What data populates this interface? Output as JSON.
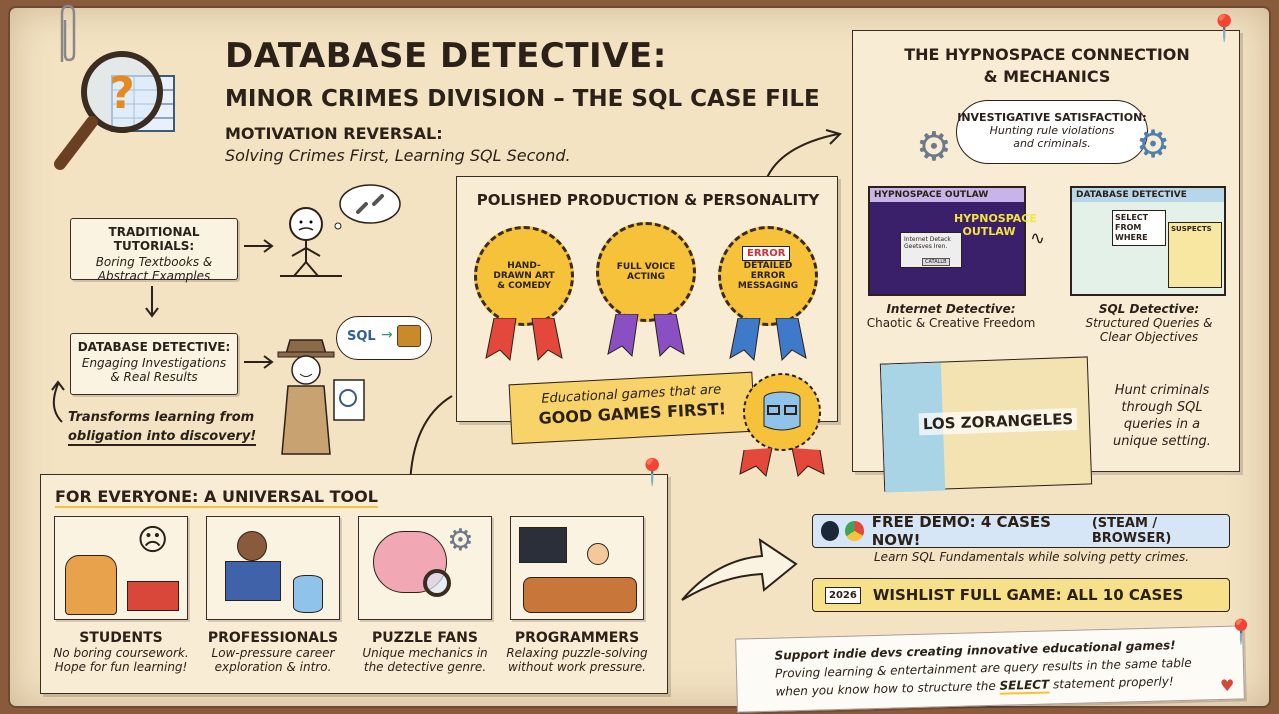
{
  "header": {
    "title": "DATABASE DETECTIVE:",
    "subtitle": "MINOR CRIMES DIVISION – THE SQL CASE FILE",
    "motivation_title": "MOTIVATION REVERSAL:",
    "motivation_text": "Solving Crimes First, Learning SQL Second."
  },
  "comparison": {
    "traditional_title": "TRADITIONAL TUTORIALS:",
    "traditional_text": "Boring Textbooks & Abstract Examples",
    "dd_title": "DATABASE DETECTIVE:",
    "dd_text": "Engaging Investigations & Real Results",
    "bubble_sql": "SQL",
    "transform_text_1": "Transforms learning from",
    "transform_text_2": "obligation into discovery!"
  },
  "production": {
    "title": "POLISHED PRODUCTION & PERSONALITY",
    "badges": [
      {
        "label": "HAND-DRAWN ART & COMEDY",
        "color": "#e4483a"
      },
      {
        "label": "FULL VOICE ACTING",
        "color": "#8a4fc2"
      },
      {
        "label": "DETAILED ERROR MESSAGING",
        "color": "#3f79c9"
      }
    ],
    "error_tag": "ERROR",
    "banner_line1": "Educational games that are",
    "banner_line2": "GOOD GAMES FIRST!"
  },
  "hypnospace": {
    "title_1": "THE HYPNOSPACE CONNECTION",
    "title_2": "& MECHANICS",
    "satisfaction_title": "INVESTIGATIVE SATISFACTION:",
    "satisfaction_text": "Hunting rule violations and criminals.",
    "window1_title": "HYPNOSPACE OUTLAW",
    "window1_logo": "HYPNOSPACE OUTLAW",
    "window1_popup": "Internet Detack Geetsves Iren.",
    "window1_popup_btn": "CATALLB",
    "window2_title": "DATABASE DETECTIVE",
    "window2_query": "SELECT FROM WHERE",
    "window2_suspects": "SUSPECTS",
    "caption1_title": "Internet Detective:",
    "caption1_text": "Chaotic & Creative Freedom",
    "caption2_title": "SQL Detective:",
    "caption2_text": "Structured Queries & Clear Objectives",
    "map_label": "LOS ZORANGELES",
    "hunt_text": "Hunt criminals through SQL queries in a unique setting."
  },
  "audience": {
    "title": "FOR EVERYONE: A UNIVERSAL TOOL",
    "groups": [
      {
        "title": "STUDENTS",
        "desc": "No boring coursework. Hope for fun learning!"
      },
      {
        "title": "PROFESSIONALS",
        "desc": "Low-pressure career exploration & intro."
      },
      {
        "title": "PUZZLE FANS",
        "desc": "Unique mechanics in the detective genre."
      },
      {
        "title": "PROGRAMMERS",
        "desc": "Relaxing puzzle-solving without work pressure."
      }
    ]
  },
  "cta": {
    "demo_label": "FREE DEMO: 4 CASES NOW!",
    "demo_platforms": "(STEAM / BROWSER)",
    "demo_sub": "Learn SQL Fundamentals while solving petty crimes.",
    "wishlist_year": "2026",
    "wishlist_label": "WISHLIST FULL GAME: ALL 10 CASES"
  },
  "note": {
    "line1": "Support indie devs creating innovative educational games!",
    "line2": "Proving learning & entertainment are query results in the same table",
    "line3_pre": "when you know how to structure the ",
    "line3_kw": "SELECT",
    "line3_post": " statement properly!"
  }
}
